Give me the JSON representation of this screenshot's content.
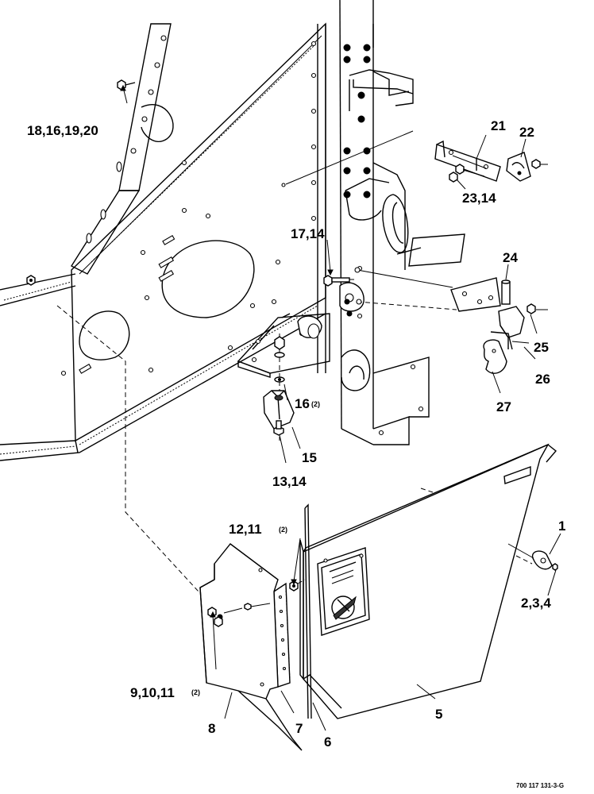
{
  "callouts": {
    "c1": "1",
    "c234": "2,3,4",
    "c5": "5",
    "c6": "6",
    "c7": "7",
    "c8": "8",
    "c91011": "9,10,11",
    "c91011_qty": "(2)",
    "c1211": "12,11",
    "c1211_qty": "(2)",
    "c1314": "13,14",
    "c15": "15",
    "c16": "16",
    "c16_qty": "(2)",
    "c1714": "17,14",
    "c18161920": "18,16,19,20",
    "c21": "21",
    "c22": "22",
    "c2314": "23,14",
    "c24": "24",
    "c25": "25",
    "c26": "26",
    "c27": "27"
  },
  "figure_id": "700 117 131-3-G"
}
